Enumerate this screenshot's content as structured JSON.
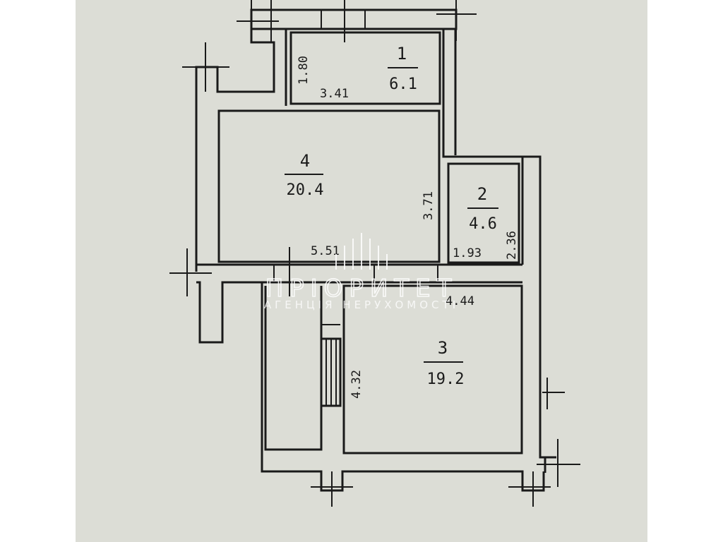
{
  "rooms": [
    {
      "number": "1",
      "area": "6.1"
    },
    {
      "number": "2",
      "area": "4.6"
    },
    {
      "number": "3",
      "area": "19.2"
    },
    {
      "number": "4",
      "area": "20.4"
    }
  ],
  "dimensions": {
    "room1_height": "1.80",
    "room1_width": "3.41",
    "room4_height": "3.71",
    "room4_width": "5.51",
    "room2_width": "1.93",
    "room2_height": "2.36",
    "room3_width": "4.44",
    "room3_height": "4.32"
  },
  "watermark": {
    "title": "ПРІОРИТЕТ",
    "subtitle": "АГЕНЦІЯ НЕРУХОМОСТІ"
  },
  "colors": {
    "paper": "#dcddd6",
    "ink": "#1a1a1a",
    "watermark": "#ffffff"
  }
}
